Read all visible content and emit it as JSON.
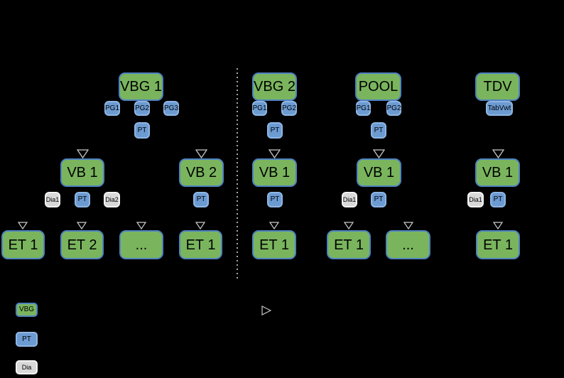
{
  "background": "#000000",
  "colors": {
    "node_green": "#7ab55e",
    "node_green_border": "#4f82c0",
    "chip_blue": "#6c9bd2",
    "chip_blue_border": "#8fb6e4",
    "chip_gray": "#d9d9d9",
    "chip_gray_border": "#f2f2f2",
    "arrow_outline": "#c9c9c9",
    "separator_dots": "#a8a8a8",
    "node_text": "#000000"
  },
  "diagram": {
    "left": {
      "root": "VBG 1",
      "root_ports": [
        "PG1",
        "PG2",
        "PG3"
      ],
      "root_pt": "PT",
      "vb1": "VB 1",
      "vb1_dia1": "Dia1",
      "vb1_pt": "PT",
      "vb1_dia2": "Dia2",
      "vb2": "VB 2",
      "vb2_pt": "PT",
      "leaves": [
        "ET 1",
        "ET 2",
        "...",
        "ET 1"
      ]
    },
    "vbg2_col": {
      "root": "VBG 2",
      "ports": [
        "PG1",
        "PG2"
      ],
      "pt": "PT",
      "vb": "VB 1",
      "vb_pt": "PT",
      "leaf": "ET 1"
    },
    "pool_col": {
      "root": "POOL",
      "ports": [
        "PG1",
        "PG2"
      ],
      "pt": "PT",
      "vb": "VB 1",
      "vb_dia": "Dia1",
      "vb_pt": "PT",
      "leaves": [
        "ET 1",
        "..."
      ]
    },
    "tdv_col": {
      "root": "TDV",
      "port": "TabVwt",
      "vb": "VB 1",
      "vb_dia": "Dia1",
      "vb_pt": "PT",
      "leaf": "ET 1"
    }
  },
  "legend": {
    "items": [
      {
        "swatch": "vbg-green",
        "label": "VBG"
      },
      {
        "swatch": "pt-blue",
        "label": "PT"
      },
      {
        "swatch": "dia-gray",
        "label": "Dia"
      }
    ],
    "arrow_symbol": "open-triangle-right"
  }
}
